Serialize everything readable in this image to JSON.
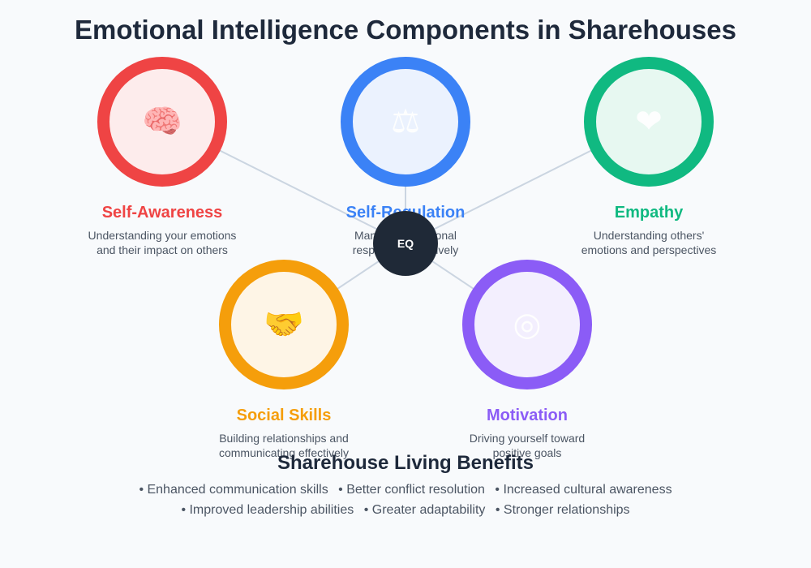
{
  "title": "Emotional Intelligence Components in Sharehouses",
  "hub_label": "EQ",
  "components": [
    {
      "key": "self-awareness",
      "title": "Self-Awareness",
      "line1": "Understanding your emotions",
      "line2": "and their impact on others",
      "icon": "brain-icon",
      "glyph": "🧠",
      "color": "#ef4444",
      "fill": "#fdecec"
    },
    {
      "key": "self-regulation",
      "title": "Self-Regulation",
      "line1": "Managing emotional",
      "line2": "responses effectively",
      "icon": "balance-scale-icon",
      "glyph": "⚖",
      "color": "#3b82f6",
      "fill": "#ebf2fe"
    },
    {
      "key": "empathy",
      "title": "Empathy",
      "line1": "Understanding others'",
      "line2": "emotions and perspectives",
      "icon": "heart-icon",
      "glyph": "❤",
      "color": "#10b981",
      "fill": "#e7f8f1"
    },
    {
      "key": "social-skills",
      "title": "Social Skills",
      "line1": "Building relationships and",
      "line2": "communicating effectively",
      "icon": "handshake-icon",
      "glyph": "🤝",
      "color": "#f59e0b",
      "fill": "#fef5e6"
    },
    {
      "key": "motivation",
      "title": "Motivation",
      "line1": "Driving yourself toward",
      "line2": "positive goals",
      "icon": "target-icon",
      "glyph": "◎",
      "color": "#8b5cf6",
      "fill": "#f3effe"
    }
  ],
  "benefits": {
    "title": "Sharehouse Living Benefits",
    "row1": [
      "• Enhanced communication skills",
      "• Better conflict resolution",
      "• Increased cultural awareness"
    ],
    "row2": [
      "• Improved leadership abilities",
      "• Greater adaptability",
      "• Stronger relationships"
    ]
  }
}
